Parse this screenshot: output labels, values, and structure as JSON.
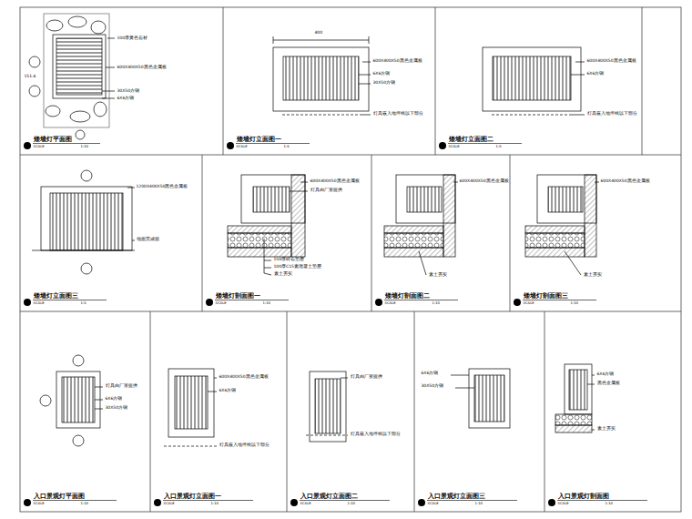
{
  "diagram": {
    "labels": [
      "矮墙灯平面图",
      "SCALE",
      "1:10",
      "矮墙灯立面图一",
      "SCALE",
      "1:5",
      "矮墙灯立面图二",
      "SCALE",
      "1:5",
      "矮墙灯立面图三",
      "SCALE",
      "1:5",
      "矮墙灯剖面图一",
      "SCALE",
      "1:10",
      "矮墙灯剖面图二",
      "SCALE",
      "1:10",
      "矮墙灯剖面图三",
      "SCALE",
      "1:10",
      "入口景观灯平面图",
      "SCALE",
      "1:10",
      "入口景观灯立面图一",
      "SCALE",
      "1:10",
      "入口景观灯立面图二",
      "SCALE",
      "1:10",
      "入口景观灯立面图三",
      "SCALE",
      "1:10",
      "入口景观灯剖面图",
      "SCALE",
      "1:10",
      "100厚黄色石材",
      "600X400X50黑色金属板",
      "30X50方钢",
      "6X6方钢",
      "151.6",
      "400",
      "600X400X50黑色金属板",
      "6X6方钢",
      "30X50方钢",
      "灯具嵌入地坪线以下部分",
      "600X400X50黑色金属板",
      "6X6方钢",
      "灯具嵌入地坪线以下部分",
      "1200X400X50黑色金属板",
      "地面完成面",
      "600X400X50黑色金属板",
      "灯具由厂家提供",
      "150厚碎石垫层",
      "100厚C15素混凝土垫层",
      "素土夯实",
      "600X400X50黑色金属板",
      "素土夯实",
      "600X400X50黑色金属板",
      "素土夯实",
      "灯具由厂家提供",
      "6X6方钢",
      "30X50方钢",
      "600X400X50黑色金属板",
      "6X6方钢",
      "灯具嵌入地坪线以下部分",
      "灯具由厂家提供",
      "灯具嵌入地坪线以下部分",
      "6X6方钢",
      "30X50方钢",
      "6X6方钢",
      "黑色金属板",
      "素土夯实"
    ]
  }
}
